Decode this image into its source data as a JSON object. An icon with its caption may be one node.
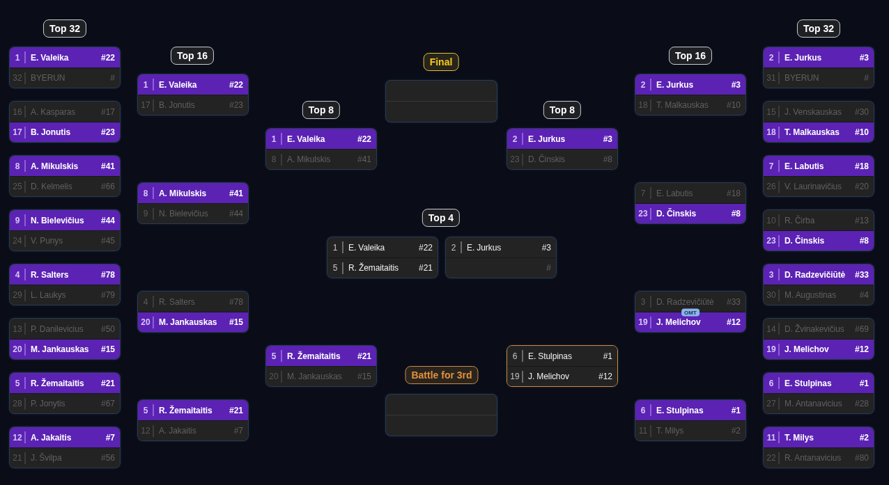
{
  "diagram": {
    "nodes": [
      {
        "text": [
          "Top 32"
        ]
      },
      {
        "text": [],
        "shape": "box"
      },
      {
        "text": [
          "1",
          "E. Valeika",
          "#22"
        ],
        "in": 1
      },
      {
        "text": [
          "32",
          "BYERUN",
          "#"
        ],
        "in": 1
      },
      {
        "text": [],
        "shape": "box"
      },
      {
        "text": [
          "16",
          "A. Kasparas",
          "#17"
        ],
        "in": 4
      },
      {
        "text": [
          "17",
          "B. Jonutis",
          "#23"
        ],
        "in": 4
      },
      {
        "text": [],
        "shape": "box"
      },
      {
        "text": [
          "8",
          "A. Mikulskis",
          "#41"
        ],
        "in": 7
      },
      {
        "text": [
          "25",
          "D. Kelmelis",
          "#66"
        ],
        "in": 7
      },
      {
        "text": [],
        "shape": "box"
      },
      {
        "text": [
          "9",
          "N. Bielevičius",
          "#44"
        ],
        "in": 10
      },
      {
        "text": [
          "24",
          "V. Punys",
          "#45"
        ],
        "in": 10
      },
      {
        "text": [],
        "shape": "box"
      },
      {
        "text": [
          "4",
          "R. Salters",
          "#78"
        ],
        "in": 13
      },
      {
        "text": [
          "29",
          "L. Laukys",
          "#79"
        ],
        "in": 13
      },
      {
        "text": [],
        "shape": "box"
      },
      {
        "text": [
          "13",
          "P. Danilevicius",
          "#50"
        ],
        "in": 16
      },
      {
        "text": [
          "20",
          "M. Jankauskas",
          "#15"
        ],
        "in": 16
      },
      {
        "text": [],
        "shape": "box"
      },
      {
        "text": [
          "5",
          "R. Žemaitaitis",
          "#21"
        ],
        "in": 19
      },
      {
        "text": [
          "28",
          "P. Jonytis",
          "#67"
        ],
        "in": 19
      },
      {
        "text": [],
        "shape": "box"
      },
      {
        "text": [
          "12",
          "A. Jakaitis",
          "#7"
        ],
        "in": 22
      },
      {
        "text": [
          "21",
          "J. Švilpa",
          "#56"
        ],
        "in": 22
      },
      {
        "text": [
          "Top 16"
        ]
      },
      {
        "text": [],
        "shape": "box"
      },
      {
        "text": [
          "1",
          "E. Valeika",
          "#22"
        ],
        "in": 26
      },
      {
        "text": [
          "17",
          "B. Jonutis",
          "#23"
        ],
        "in": 26
      },
      {
        "text": [],
        "shape": "box"
      },
      {
        "text": [
          "8",
          "A. Mikulskis",
          "#41"
        ],
        "in": 29
      },
      {
        "text": [
          "9",
          "N. Bielevičius",
          "#44"
        ],
        "in": 29
      },
      {
        "text": [],
        "shape": "box"
      },
      {
        "text": [
          "4",
          "R. Salters",
          "#78"
        ],
        "in": 32
      },
      {
        "text": [
          "20",
          "M. Jankauskas",
          "#15"
        ],
        "in": 32
      },
      {
        "text": [],
        "shape": "box"
      },
      {
        "text": [
          "5",
          "R. Žemaitaitis",
          "#21"
        ],
        "in": 35
      },
      {
        "text": [
          "12",
          "A. Jakaitis",
          "#7"
        ],
        "in": 35
      },
      {
        "text": [
          "Top 8"
        ]
      },
      {
        "text": [],
        "shape": "box"
      },
      {
        "text": [
          "1",
          "E. Valeika",
          "#22"
        ],
        "in": 39
      },
      {
        "text": [
          "8",
          "A. Mikulskis",
          "#41"
        ],
        "in": 39
      },
      {
        "text": [],
        "shape": "box"
      },
      {
        "text": [
          "5",
          "R. Žemaitaitis",
          "#21"
        ],
        "in": 42
      },
      {
        "text": [
          "20",
          "M. Jankauskas",
          "#15"
        ],
        "in": 42
      },
      {
        "text": [
          "Final"
        ]
      },
      {
        "text": [],
        "shape": "box"
      },
      {
        "text": [
          "Top 4"
        ]
      },
      {
        "text": [],
        "shape": "box"
      },
      {
        "text": [
          "1",
          "E. Valeika",
          "#22"
        ],
        "in": 48
      },
      {
        "text": [
          "5",
          "R. Žemaitaitis",
          "#21"
        ],
        "in": 48
      },
      {
        "text": [],
        "shape": "box"
      },
      {
        "text": [
          "2",
          "E. Jurkus",
          "#3"
        ],
        "in": 51
      },
      {
        "text": [
          "#"
        ],
        "in": 51
      },
      {
        "text": [
          "Battle for 3rd"
        ]
      },
      {
        "text": [],
        "shape": "box"
      },
      {
        "text": [
          "Top 8"
        ]
      },
      {
        "text": [],
        "shape": "box"
      },
      {
        "text": [
          "2",
          "E. Jurkus",
          "#3"
        ],
        "in": 57
      },
      {
        "text": [
          "23",
          "D. Činskis",
          "#8"
        ],
        "in": 57
      },
      {
        "text": [],
        "shape": "box"
      },
      {
        "text": [
          "6",
          "E. Stulpinas",
          "#1"
        ],
        "in": 60
      },
      {
        "text": [
          "19",
          "J. Melichov",
          "#12"
        ],
        "in": 60
      },
      {
        "text": [
          "Top 16"
        ]
      },
      {
        "text": [],
        "shape": "box"
      },
      {
        "text": [
          "2",
          "E. Jurkus",
          "#3"
        ],
        "in": 64
      },
      {
        "text": [
          "18",
          "T. Malkauskas",
          "#10"
        ],
        "in": 64
      },
      {
        "text": [],
        "shape": "box"
      },
      {
        "text": [
          "7",
          "E. Labutis",
          "#18"
        ],
        "in": 67
      },
      {
        "text": [
          "23",
          "D. Činskis",
          "#8"
        ],
        "in": 67
      },
      {
        "text": [],
        "shape": "box"
      },
      {
        "text": [
          "3",
          "D. Radzevičiūtė",
          "#33"
        ],
        "in": 70
      },
      {
        "text": [
          "19",
          "J. Melichov",
          "#12"
        ],
        "in": 70
      },
      {
        "text": [
          "OMT"
        ],
        "in": 70
      },
      {
        "text": [],
        "shape": "box"
      },
      {
        "text": [
          "6",
          "E. Stulpinas",
          "#1"
        ],
        "in": 74
      },
      {
        "text": [
          "11",
          "T. Milys",
          "#2"
        ],
        "in": 74
      },
      {
        "text": [
          "Top 32"
        ]
      },
      {
        "text": [],
        "shape": "box"
      },
      {
        "text": [
          "2",
          "E. Jurkus",
          "#3"
        ],
        "in": 78
      },
      {
        "text": [
          "31",
          "BYERUN",
          "#"
        ],
        "in": 78
      },
      {
        "text": [],
        "shape": "box"
      },
      {
        "text": [
          "15",
          "J. Venskauskas",
          "#30"
        ],
        "in": 81
      },
      {
        "text": [
          "18",
          "T. Malkauskas",
          "#10"
        ],
        "in": 81
      },
      {
        "text": [],
        "shape": "box"
      },
      {
        "text": [
          "7",
          "E. Labutis",
          "#18"
        ],
        "in": 84
      },
      {
        "text": [
          "26",
          "V. Laurinavičius",
          "#20"
        ],
        "in": 84
      },
      {
        "text": [],
        "shape": "box"
      },
      {
        "text": [
          "10",
          "R. Čirba",
          "#13"
        ],
        "in": 87
      },
      {
        "text": [
          "23",
          "D. Činskis",
          "#8"
        ],
        "in": 87
      },
      {
        "text": [],
        "shape": "box"
      },
      {
        "text": [
          "3",
          "D. Radzevičiūtė",
          "#33"
        ],
        "in": 90
      },
      {
        "text": [
          "30",
          "M. Augustinas",
          "#4"
        ],
        "in": 90
      },
      {
        "text": [],
        "shape": "box"
      },
      {
        "text": [
          "14",
          "D. Žvinakevičius",
          "#69"
        ],
        "in": 93
      },
      {
        "text": [
          "19",
          "J. Melichov",
          "#12"
        ],
        "in": 93
      },
      {
        "text": [],
        "shape": "box"
      },
      {
        "text": [
          "6",
          "E. Stulpinas",
          "#1"
        ],
        "in": 96
      },
      {
        "text": [
          "27",
          "M. Antanavicius",
          "#28"
        ],
        "in": 96
      },
      {
        "text": [],
        "shape": "box"
      },
      {
        "text": [
          "11",
          "T. Milys",
          "#2"
        ],
        "in": 99
      },
      {
        "text": [
          "22",
          "R. Antanavicius",
          "#80"
        ],
        "in": 99
      }
    ]
  }
}
